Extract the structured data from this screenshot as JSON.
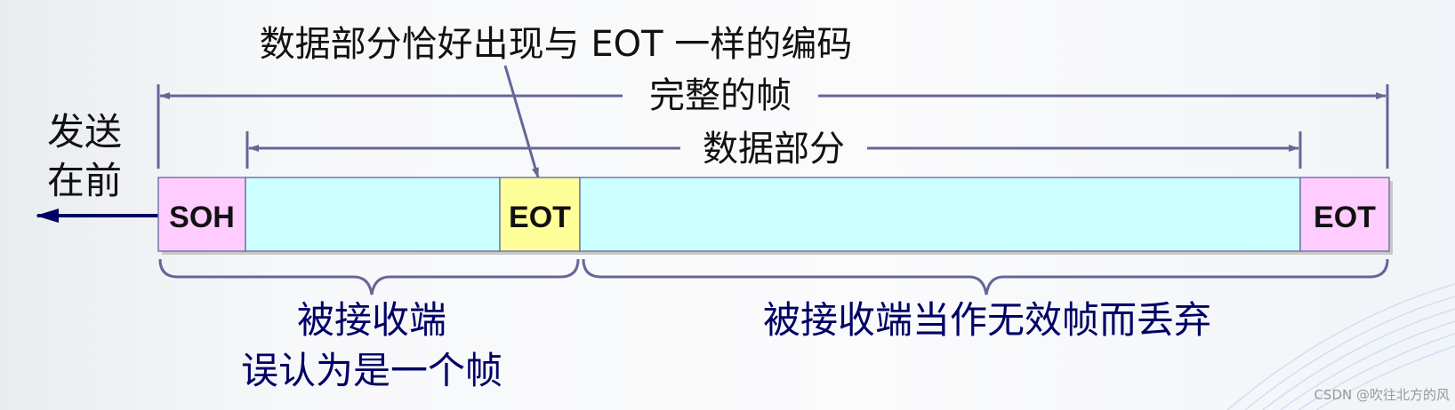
{
  "annotation_top": "数据部分恰好出现与 EOT 一样的编码",
  "full_frame_label": "完整的帧",
  "data_part_label": "数据部分",
  "send_first_label": [
    "发送",
    "在前"
  ],
  "fields": {
    "soh": "SOH",
    "eot_in_data": "EOT",
    "eot_end": "EOT"
  },
  "brace_left_label": [
    "被接收端",
    "误认为是一个帧"
  ],
  "brace_right_label": "被接收端当作无效帧而丢弃",
  "watermark": "CSDN @吹往北方的风",
  "colors": {
    "soh_fill": "#ffccff",
    "data_fill": "#ccffff",
    "eot_data_fill": "#ffff99",
    "eot_end_fill": "#ffccff",
    "line": "#666699",
    "navy_text": "#000066"
  }
}
